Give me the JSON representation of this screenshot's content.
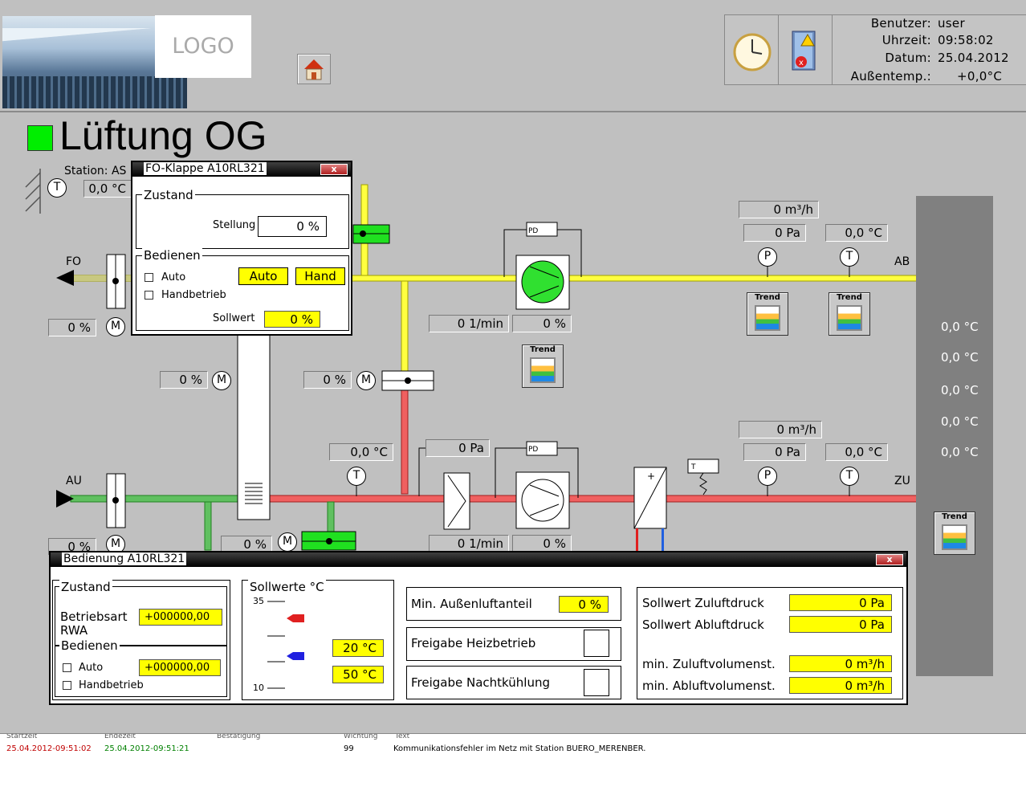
{
  "header": {
    "logo": "LOGO",
    "user_label": "Benutzer:",
    "user_value": "user",
    "time_label": "Uhrzeit:",
    "time_value": "09:58:02",
    "date_label": "Datum:",
    "date_value": "25.04.2012",
    "temp_label": "Außentemp.:",
    "temp_value": "+0,0°C"
  },
  "page": {
    "title": "Lüftung OG",
    "station": "Station: AS",
    "status_color": "#00ee00"
  },
  "schematic": {
    "fo_label": "FO",
    "ab_label": "AB",
    "au_label": "AU",
    "zu_label": "ZU",
    "v_top_left_temp": "0,0 °C",
    "v_fo_damper": "0 %",
    "v_damper_mid_left": "0 %",
    "v_damper_mid": "0 %",
    "v_ab_flow": "0 m³/h",
    "v_ab_pressure": "0 Pa",
    "v_ab_temp": "0,0 °C",
    "v_ab_fan_speed": "0 1/min",
    "v_ab_fan_pct": "0 %",
    "v_zu_flow": "0 m³/h",
    "v_zu_pressure": "0 Pa",
    "v_zu_temp": "0,0 °C",
    "v_zu_fan_speed": "0 1/min",
    "v_zu_fan_pct": "0 %",
    "v_au_temp_mid": "0,0 °C",
    "v_filter_pressure": "0 Pa",
    "v_au_damper": "0 %",
    "v_bypass": "0 %",
    "pd_label": "PD",
    "t_label": "T",
    "p_label": "P",
    "m_label": "M",
    "trend_label": "Trend",
    "side_temps": [
      "0,0 °C",
      "0,0 °C",
      "0,0 °C",
      "0,0 °C",
      "0,0 °C"
    ]
  },
  "popup1": {
    "title": "FO-Klappe A10RL321",
    "close": "x",
    "zustand": "Zustand",
    "stellung_label": "Stellung",
    "stellung_value": "0 %",
    "bedienen": "Bedienen",
    "auto": "Auto",
    "handbetrieb": "Handbetrieb",
    "btn_auto": "Auto",
    "btn_hand": "Hand",
    "sollwert_label": "Sollwert",
    "sollwert_value": "0 %"
  },
  "popup2": {
    "title": "Bedienung A10RL321",
    "close": "x",
    "zustand": "Zustand",
    "betriebsart_label": "Betriebsart",
    "rwa_label": "RWA",
    "betriebsart_value": "+000000,00",
    "bedienen": "Bedienen",
    "auto": "Auto",
    "auto_value": "+000000,00",
    "handbetrieb": "Handbetrieb",
    "sollwerte": "Sollwerte °C",
    "scale_max": "35",
    "scale_min": "10",
    "sw1": "20 °C",
    "sw2": "50 °C",
    "min_aussen_label": "Min. Außenluftanteil",
    "min_aussen_value": "0 %",
    "freigabe_heiz": "Freigabe Heizbetrieb",
    "freigabe_nacht": "Freigabe Nachtkühlung",
    "sw_zuluft_label": "Sollwert Zuluftdruck",
    "sw_zuluft_value": "0  Pa",
    "sw_abluft_label": "Sollwert Abluftdruck",
    "sw_abluft_value": "0  Pa",
    "min_zu_label": "min. Zuluftvolumenst.",
    "min_zu_value": "0 m³/h",
    "min_ab_label": "min. Abluftvolumenst.",
    "min_ab_value": "0 m³/h"
  },
  "alarms": {
    "columns": [
      "Startzeit",
      "Endezeit",
      "Bestätigung",
      "Wichtung",
      "Text"
    ],
    "rows": [
      {
        "start": "25.04.2012-09:51:02",
        "end": "25.04.2012-09:51:21",
        "ack": "",
        "weight": "99",
        "text": "Kommunikationsfehler im Netz mit Station BUERO_MERENBER."
      }
    ]
  }
}
